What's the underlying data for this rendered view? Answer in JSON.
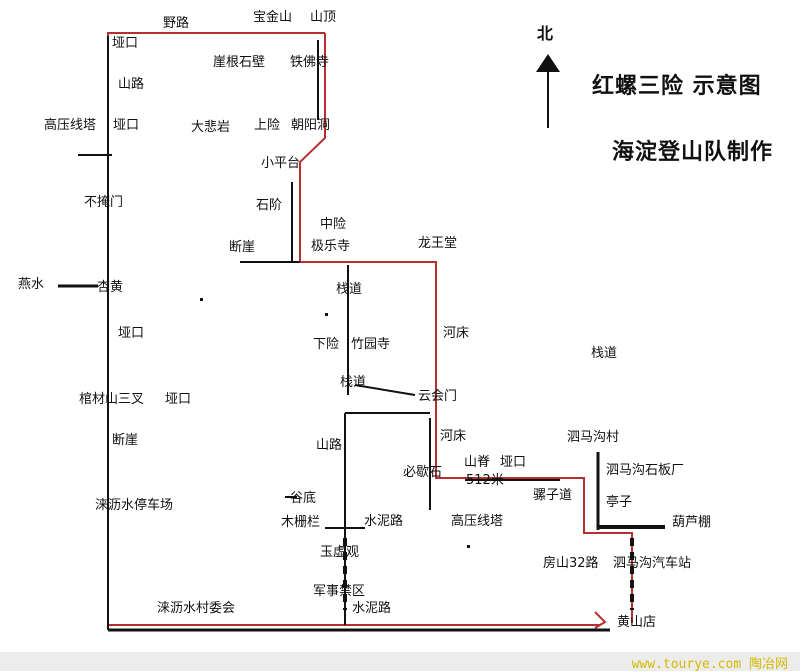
{
  "title": "红螺三险 示意图",
  "subtitle": "海淀登山队制作",
  "north": "北",
  "colors": {
    "route": "#b53030",
    "road": "#111111"
  },
  "labels": [
    {
      "id": "yelu",
      "text": "野路"
    },
    {
      "id": "baojinshan",
      "text": "宝金山"
    },
    {
      "id": "shanding",
      "text": "山顶"
    },
    {
      "id": "yakou1",
      "text": "垭口"
    },
    {
      "id": "yagenshibi",
      "text": "崖根石壁"
    },
    {
      "id": "tiefosi",
      "text": "铁佛寺"
    },
    {
      "id": "shanlu1",
      "text": "山路"
    },
    {
      "id": "gaoya1",
      "text": "高压线塔"
    },
    {
      "id": "yakou2",
      "text": "垭口"
    },
    {
      "id": "dabeiyan",
      "text": "大悲岩"
    },
    {
      "id": "shangxian",
      "text": "上险"
    },
    {
      "id": "chaoyangdong",
      "text": "朝阳洞"
    },
    {
      "id": "xiaopingtai",
      "text": "小平台"
    },
    {
      "id": "buyanmen",
      "text": "不掩门"
    },
    {
      "id": "shijie",
      "text": "石阶"
    },
    {
      "id": "zhongxian",
      "text": "中险"
    },
    {
      "id": "duanya1",
      "text": "断崖"
    },
    {
      "id": "jilesi",
      "text": "极乐寺"
    },
    {
      "id": "longwangtang",
      "text": "龙王堂"
    },
    {
      "id": "yanshui",
      "text": "燕水"
    },
    {
      "id": "xinghuang",
      "text": "杏黄"
    },
    {
      "id": "zhandao1",
      "text": "栈道"
    },
    {
      "id": "yakou3",
      "text": "垭口"
    },
    {
      "id": "hechuang1",
      "text": "河床"
    },
    {
      "id": "xiaxian",
      "text": "下险"
    },
    {
      "id": "zhuyuansi",
      "text": "竹园寺"
    },
    {
      "id": "zhandao2",
      "text": "栈道"
    },
    {
      "id": "zhandao3",
      "text": "栈道"
    },
    {
      "id": "yunhuimen",
      "text": "云会门"
    },
    {
      "id": "guancai",
      "text": "棺材山三叉"
    },
    {
      "id": "yakou4",
      "text": "垭口"
    },
    {
      "id": "hechuang2",
      "text": "河床"
    },
    {
      "id": "simagoucun",
      "text": "泗马沟村"
    },
    {
      "id": "duanya2",
      "text": "断崖"
    },
    {
      "id": "shanlu2",
      "text": "山路"
    },
    {
      "id": "bixieshi",
      "text": "必歇石"
    },
    {
      "id": "shanji",
      "text": "山脊"
    },
    {
      "id": "yakou5",
      "text": "垭口"
    },
    {
      "id": "shibanchang",
      "text": "泗马沟石板厂"
    },
    {
      "id": "m512",
      "text": "512米"
    },
    {
      "id": "luozidao",
      "text": "骡子道"
    },
    {
      "id": "tingzi",
      "text": "亭子"
    },
    {
      "id": "lishuitingchechang",
      "text": "涞沥水停车场"
    },
    {
      "id": "gudi",
      "text": "谷底"
    },
    {
      "id": "muzhalan",
      "text": "木栅栏"
    },
    {
      "id": "shuinilu1",
      "text": "水泥路"
    },
    {
      "id": "gaoya2",
      "text": "高压线塔"
    },
    {
      "id": "hulupeng",
      "text": "葫芦棚"
    },
    {
      "id": "yuxuguan",
      "text": "玉虚观"
    },
    {
      "id": "fangshan32",
      "text": "房山32路"
    },
    {
      "id": "simagouqichezhan",
      "text": "泗马沟汽车站"
    },
    {
      "id": "junshijinqu",
      "text": "军事禁区"
    },
    {
      "id": "lishuicunweihui",
      "text": "涞沥水村委会"
    },
    {
      "id": "shuinilu2",
      "text": "水泥路"
    },
    {
      "id": "huangshandian",
      "text": "黄山店"
    }
  ],
  "footer": "www.tourye.com 陶冶网"
}
